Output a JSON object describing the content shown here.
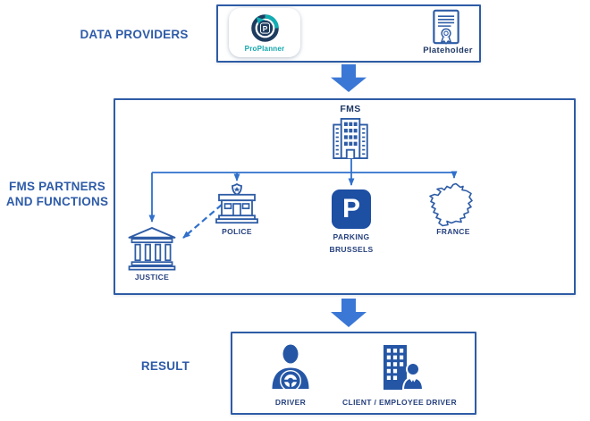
{
  "title": "FMS data flow diagram",
  "colors": {
    "frame_border": "#2E5CA6",
    "block_arrow": "#3B78D6",
    "connector_line": "#3070CC",
    "outline_icon": "#2E5CA6",
    "solid_icon": "#2456A5",
    "parking_tile": "#1D4FA3",
    "heading_text": "#2E5BA8",
    "label_text": "#26417E",
    "proplanner_teal": "#12AEB4",
    "proplanner_navy": "#1E3C5F"
  },
  "rows": {
    "data_providers": {
      "heading": "DATA PROVIDERS",
      "items": [
        {
          "label": "ProPlanner",
          "logo_letter": "P",
          "icon": "proplanner-logo"
        },
        {
          "label": "Plateholder",
          "icon": "certificate-icon"
        }
      ]
    },
    "fms_partners": {
      "heading_line1": "FMS PARTNERS",
      "heading_line2": "AND FUNCTIONS",
      "hub": {
        "label": "FMS",
        "icon": "office-building-icon"
      },
      "partners": [
        {
          "label": "JUSTICE",
          "icon": "courthouse-icon"
        },
        {
          "label": "POLICE",
          "icon": "police-station-icon"
        },
        {
          "label_line1": "PARKING",
          "label_line2": "BRUSSELS",
          "tile_letter": "P",
          "icon": "parking-sign-icon"
        },
        {
          "label": "FRANCE",
          "icon": "france-map-icon"
        }
      ]
    },
    "result": {
      "heading": "RESULT",
      "items": [
        {
          "label": "DRIVER",
          "icon": "driver-steering-wheel-icon"
        },
        {
          "label": "CLIENT / EMPLOYEE DRIVER",
          "icon": "client-building-person-icon"
        }
      ]
    }
  }
}
